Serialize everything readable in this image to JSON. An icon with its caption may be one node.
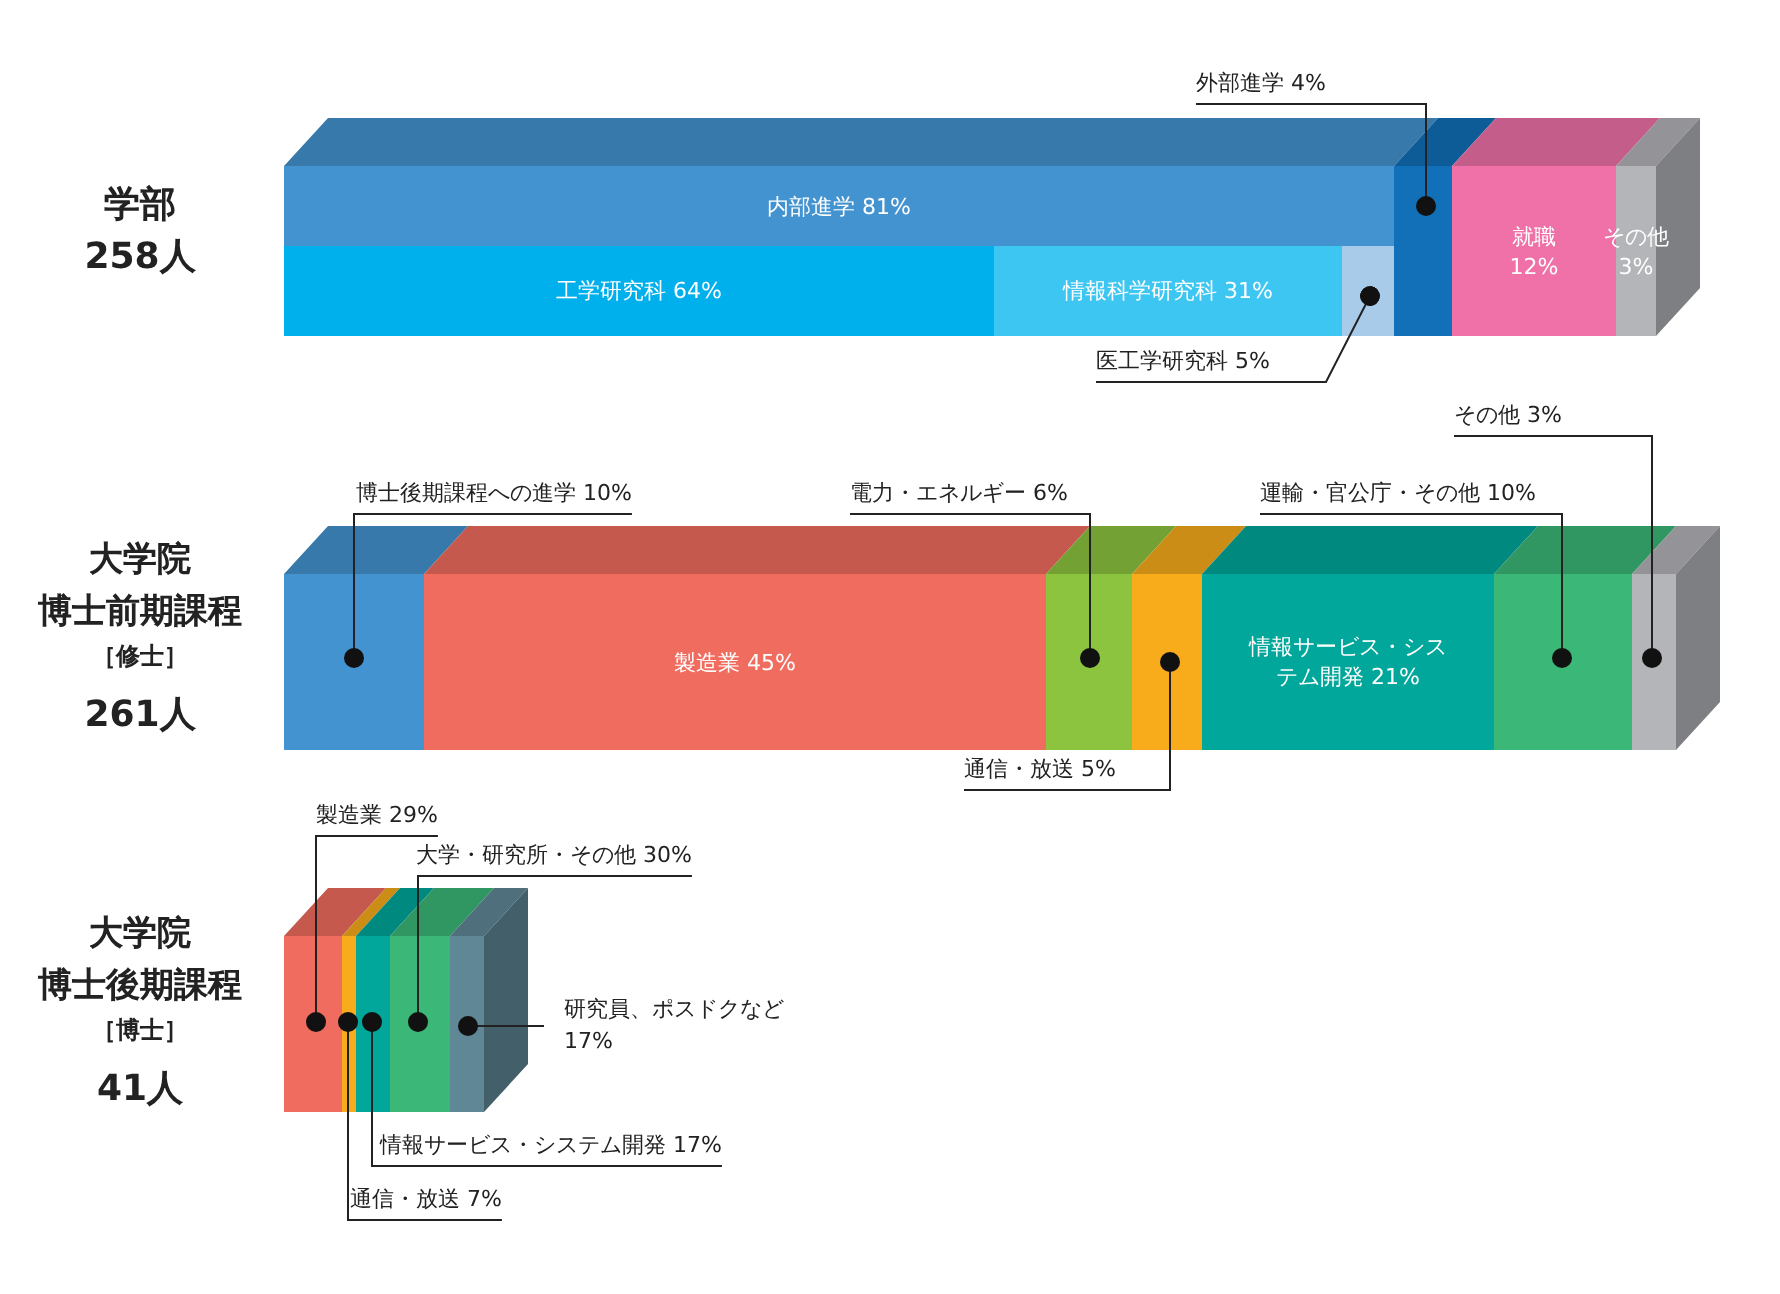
{
  "diagram": {
    "nodes": [
      {
        "text": [
          "内部進学 81%"
        ]
      },
      {
        "text": [
          "工学研究科 64%"
        ]
      },
      {
        "text": [
          "情報科学研究科 31%"
        ]
      },
      {
        "text": [],
        "shape": "bar"
      },
      {
        "text": [],
        "shape": "bar"
      },
      {
        "text": [
          "就職 12%"
        ]
      },
      {
        "text": [
          "その他 3%"
        ]
      },
      {
        "text": [
          "外部進学 4%"
        ]
      },
      {
        "text": [
          "医工学研究科 5%"
        ]
      },
      {
        "text": [],
        "shape": "bar"
      },
      {
        "text": [
          "製造業 45%"
        ]
      },
      {
        "text": [],
        "shape": "bar"
      },
      {
        "text": [],
        "shape": "bar"
      },
      {
        "text": [
          "情報サービス・システム開発 21%"
        ]
      },
      {
        "text": [],
        "shape": "bar"
      },
      {
        "text": [],
        "shape": "bar"
      },
      {
        "text": [
          "博士後期課程への進学 10%"
        ]
      },
      {
        "text": [
          "電力・エネルギー 6%"
        ]
      },
      {
        "text": [
          "運輸・官公庁・その他 10%"
        ]
      },
      {
        "text": [
          "その他 3%"
        ]
      },
      {
        "text": [
          "通信・放送 5%"
        ]
      },
      {
        "text": [],
        "shape": "bar"
      },
      {
        "text": [],
        "shape": "bar"
      },
      {
        "text": [],
        "shape": "bar"
      },
      {
        "text": [],
        "shape": "bar"
      },
      {
        "text": [],
        "shape": "bar"
      },
      {
        "text": [
          "製造業 29%"
        ]
      },
      {
        "text": [
          "大学・研究所・その他 30%"
        ]
      },
      {
        "text": [
          "研究員、ポスドクなど 17%"
        ]
      },
      {
        "text": [
          "情報サービス・システム開発 17%"
        ]
      },
      {
        "text": [
          "通信・放送 7%"
        ]
      }
    ],
    "edges": [
      {
        "from": 7,
        "to": 4,
        "arrow": "other"
      },
      {
        "from": 8,
        "to": 3,
        "arrow": "other"
      },
      {
        "from": 16,
        "to": 9,
        "arrow": "other"
      },
      {
        "from": 17,
        "to": 11,
        "arrow": "other"
      },
      {
        "from": 18,
        "to": 14,
        "arrow": "other"
      },
      {
        "from": 19,
        "to": 15,
        "arrow": "other"
      },
      {
        "from": 20,
        "to": 12,
        "arrow": "other"
      },
      {
        "from": 26,
        "to": 21,
        "arrow": "other"
      },
      {
        "from": 27,
        "to": 24,
        "arrow": "other"
      },
      {
        "from": 28,
        "to": 25,
        "arrow": "other"
      },
      {
        "from": 29,
        "to": 23,
        "arrow": "other"
      },
      {
        "from": 30,
        "to": 22,
        "arrow": "other"
      }
    ],
    "labels": [
      "学部",
      "258人",
      "大学院",
      "博士前期課程",
      "［修士］",
      "261人",
      "大学院",
      "博士後期課程",
      "［博士］",
      "41人"
    ]
  }
}
